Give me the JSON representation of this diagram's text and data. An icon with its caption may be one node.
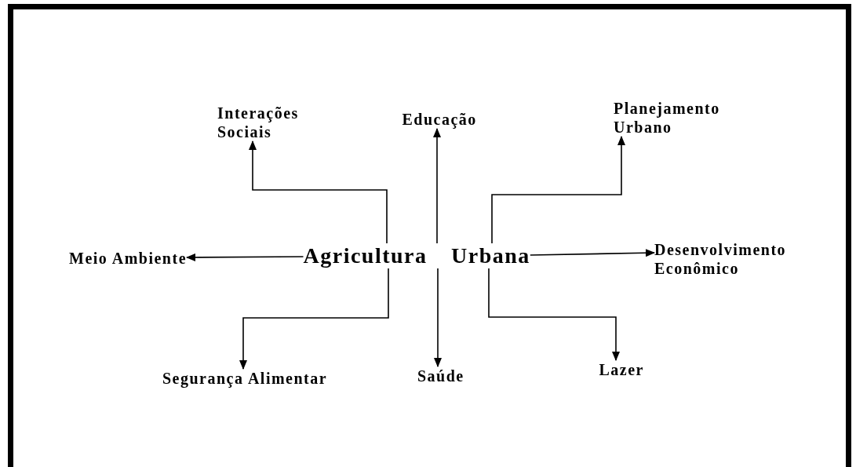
{
  "diagram": {
    "nodes": [
      {
        "text": [
          "Agricultura Urbana"
        ]
      },
      {
        "text": [
          "Interações Sociais"
        ]
      },
      {
        "text": [
          "Educação"
        ]
      },
      {
        "text": [
          "Planejamento Urbano"
        ]
      },
      {
        "text": [
          "Meio Ambiente"
        ]
      },
      {
        "text": [
          "Desenvolvimento Econômico"
        ]
      },
      {
        "text": [
          "Segurança Alimentar"
        ]
      },
      {
        "text": [
          "Saúde"
        ]
      },
      {
        "text": [
          "Lazer"
        ]
      }
    ],
    "edges": [
      {
        "from": 0,
        "to": 1,
        "arrow": "to"
      },
      {
        "from": 0,
        "to": 2,
        "arrow": "to"
      },
      {
        "from": 0,
        "to": 3,
        "arrow": "to"
      },
      {
        "from": 0,
        "to": 4,
        "arrow": "to"
      },
      {
        "from": 0,
        "to": 5,
        "arrow": "to"
      },
      {
        "from": 0,
        "to": 6,
        "arrow": "to"
      },
      {
        "from": 0,
        "to": 7,
        "arrow": "to"
      },
      {
        "from": 0,
        "to": 8,
        "arrow": "to"
      }
    ]
  }
}
